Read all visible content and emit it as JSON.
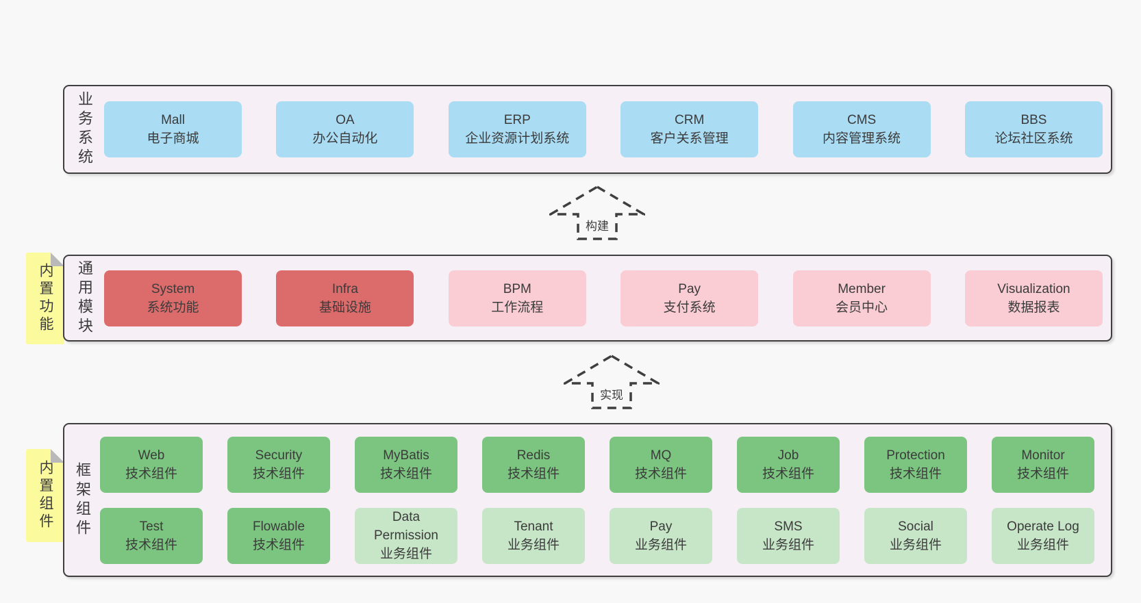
{
  "colors": {
    "page_bg": "#f8f8f8",
    "panel_bg": "#f6eff5",
    "panel_border": "#3f3f3f",
    "box_blue": "#aadcf4",
    "box_red": "#dc6c6c",
    "box_pink": "#f9cdd3",
    "box_green": "#7cc581",
    "box_green_light": "#c7e6c8",
    "note_yellow": "#fbfb9e",
    "note_fold": "#b9b9b9",
    "text": "#3b3b3b"
  },
  "notes": {
    "features": "内置功能",
    "components": "内置组件"
  },
  "arrows": {
    "build": "构建",
    "implement": "实现"
  },
  "layers": {
    "business": {
      "label": "业务系统",
      "boxes": [
        {
          "en": "Mall",
          "zh": "电子商城"
        },
        {
          "en": "OA",
          "zh": "办公自动化"
        },
        {
          "en": "ERP",
          "zh": "企业资源计划系统"
        },
        {
          "en": "CRM",
          "zh": "客户关系管理"
        },
        {
          "en": "CMS",
          "zh": "内容管理系统"
        },
        {
          "en": "BBS",
          "zh": "论坛社区系统"
        }
      ]
    },
    "modules": {
      "label": "通用模块",
      "boxes": [
        {
          "en": "System",
          "zh": "系统功能"
        },
        {
          "en": "Infra",
          "zh": "基础设施"
        },
        {
          "en": "BPM",
          "zh": "工作流程"
        },
        {
          "en": "Pay",
          "zh": "支付系统"
        },
        {
          "en": "Member",
          "zh": "会员中心"
        },
        {
          "en": "Visualization",
          "zh": "数据报表"
        }
      ]
    },
    "components": {
      "label": "框架组件",
      "row1": [
        {
          "en": "Web",
          "zh": "技术组件"
        },
        {
          "en": "Security",
          "zh": "技术组件"
        },
        {
          "en": "MyBatis",
          "zh": "技术组件"
        },
        {
          "en": "Redis",
          "zh": "技术组件"
        },
        {
          "en": "MQ",
          "zh": "技术组件"
        },
        {
          "en": "Job",
          "zh": "技术组件"
        },
        {
          "en": "Protection",
          "zh": "技术组件"
        },
        {
          "en": "Monitor",
          "zh": "技术组件"
        }
      ],
      "row2": [
        {
          "en": "Test",
          "zh": "技术组件"
        },
        {
          "en": "Flowable",
          "zh": "技术组件"
        },
        {
          "en": "Data Permission",
          "zh": "业务组件"
        },
        {
          "en": "Tenant",
          "zh": "业务组件"
        },
        {
          "en": "Pay",
          "zh": "业务组件"
        },
        {
          "en": "SMS",
          "zh": "业务组件"
        },
        {
          "en": "Social",
          "zh": "业务组件"
        },
        {
          "en": "Operate Log",
          "zh": "业务组件"
        }
      ]
    }
  }
}
